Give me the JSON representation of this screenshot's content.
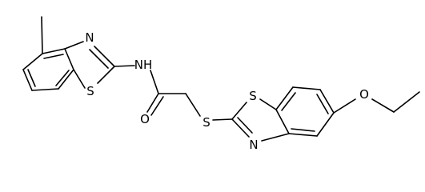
{
  "atom_labels": {
    "n_thiazole_left": "N",
    "s_thiazole_left": "S",
    "amide_nh": "NH",
    "amide_o": "O",
    "thioether_s": "S",
    "s_thiazole_right": "S",
    "n_thiazole_right": "N",
    "ether_o": "O"
  }
}
